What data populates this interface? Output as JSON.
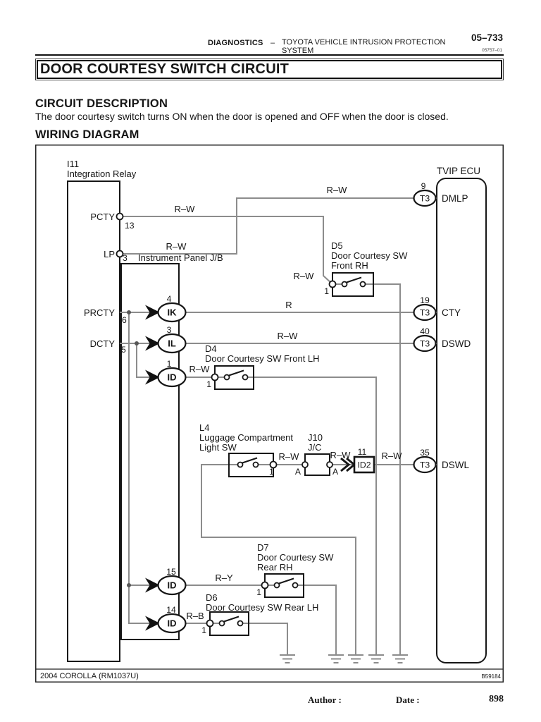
{
  "header": {
    "section": "DIAGNOSTICS",
    "dash": "–",
    "system_line1": "TOYOTA VEHICLE INTRUSION PROTECTION",
    "system_line2": "SYSTEM",
    "page_code": "05–733",
    "doc_code": "05757–01"
  },
  "title": "DOOR COURTESY SWITCH CIRCUIT",
  "description": {
    "heading": "CIRCUIT DESCRIPTION",
    "body": "The door courtesy switch turns ON when the door is opened and OFF when the door is closed."
  },
  "wiring_heading": "WIRING DIAGRAM",
  "diagram": {
    "relay_id": "I11",
    "relay_name": "Integration Relay",
    "jb": "Instrument Panel J/B",
    "ecu": "TVIP ECU",
    "pcty": "PCTY",
    "p13": "13",
    "lp": "LP",
    "p3": "3",
    "prcty": "PRCTY",
    "p6": "6",
    "dcty": "DCTY",
    "p5": "5",
    "ik": "IK",
    "ik_pin": "4",
    "il": "IL",
    "il_pin": "3",
    "id": "ID",
    "id1_pin": "1",
    "id15_pin": "15",
    "id14_pin": "14",
    "t3": "T3",
    "p9": "9",
    "p19": "19",
    "p40": "40",
    "p35": "35",
    "dmlp": "DMLP",
    "cty": "CTY",
    "dswd": "DSWD",
    "dswl": "DSWL",
    "d5": "D5",
    "d5n1": "Door Courtesy SW",
    "d5n2": "Front RH",
    "d4": "D4",
    "d4n": "Door Courtesy SW Front LH",
    "l4": "L4",
    "l4n1": "Luggage Compartment",
    "l4n2": "Light SW",
    "j10": "J10",
    "j10n": "J/C",
    "a": "A",
    "id2": "ID2",
    "p11": "11",
    "d7": "D7",
    "d7n1": "Door Courtesy SW",
    "d7n2": "Rear RH",
    "d6": "D6",
    "d6n": "Door Courtesy SW Rear LH",
    "pin1": "1",
    "rw": "R–W",
    "r": "R",
    "ry": "R–Y",
    "rb": "R–B"
  },
  "diagram_footer": {
    "model": "2004 COROLLA",
    "manual_code": "(RM1037U)",
    "figure_code": "B59184"
  },
  "page_footer": {
    "author_label": "Author :",
    "date_label": "Date :",
    "page_number": "898"
  },
  "colors": {
    "wire": "#8c8c8c",
    "ink": "#161616"
  }
}
